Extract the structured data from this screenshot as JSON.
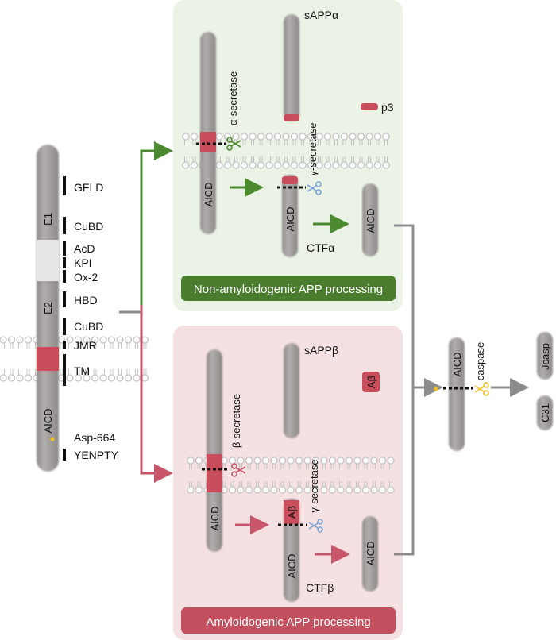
{
  "app_protein": {
    "domains": [
      "E1",
      "E2",
      "AICD"
    ],
    "labels": [
      "GFLD",
      "CuBD",
      "AcD",
      "KPI",
      "Ox-2",
      "HBD",
      "CuBD",
      "JMR",
      "TM",
      "Asp-664",
      "YENPTY"
    ]
  },
  "non_amyloidogenic": {
    "title": "Non-amyloidogenic APP processing",
    "enzyme_alpha": "α-secretase",
    "enzyme_gamma": "γ-secretase",
    "fragment_sapp": "sAPPα",
    "fragment_p3": "p3",
    "fragment_ctf": "CTFα",
    "aicd_labels": [
      "AICD",
      "AICD",
      "AICD"
    ],
    "colors": {
      "panel": "#ebf3e6",
      "banner": "#4a7d2e",
      "arrow": "#4c8a2f"
    }
  },
  "amyloidogenic": {
    "title": "Amyloidogenic APP processing",
    "enzyme_beta": "β-secretase",
    "enzyme_gamma": "γ-secretase",
    "fragment_sapp": "sAPPβ",
    "fragment_abeta": [
      "Aβ",
      "Aβ"
    ],
    "fragment_ctf": "CTFβ",
    "aicd_labels": [
      "AICD",
      "AICD",
      "AICD"
    ],
    "colors": {
      "panel": "#f6e1e2",
      "banner": "#c2505f",
      "arrow": "#c8566a"
    }
  },
  "caspase_step": {
    "aicd_label": "AICD",
    "enzyme": "caspase",
    "products": [
      "Jcasp",
      "C31"
    ]
  },
  "colors": {
    "rod": "#a9a5a5",
    "rod_dark": "#8e8a8a",
    "highlight": "#c94e5c",
    "membrane": "#c4c4c4",
    "connector": "#8c8c8c",
    "scissor_alpha": "#4c8a2f",
    "scissor_beta": "#c8566a",
    "scissor_gamma": "#7aa3d6",
    "scissor_caspase": "#f0c020",
    "asp_marker": "#f0c020"
  }
}
